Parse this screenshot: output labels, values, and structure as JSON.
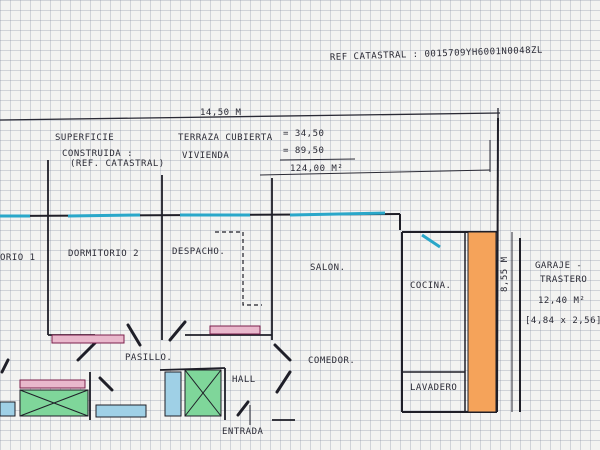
{
  "header": {
    "ref_catastral": "REF CATASTRAL : 0015709YH6001N0048ZL"
  },
  "dimensions": {
    "width": "14,50 M",
    "height": "8,55 M"
  },
  "surface": {
    "title_line1": "SUPERFICIE",
    "title_line2": "CONSTRUIDA :",
    "title_note": "(REF. CATASTRAL)",
    "terraza_label": "TERRAZA CUBIERTA",
    "terraza_value": "= 34,50",
    "vivienda_label": "VIVIENDA",
    "vivienda_value": "= 89,50",
    "total_value": "124,00 M²"
  },
  "rooms": {
    "dormitorio1": "ORIO 1",
    "dormitorio2": "DORMITORIO 2",
    "despacho": "DESPACHO.",
    "salon": "SALON.",
    "cocina": "COCINA.",
    "comedor": "COMEDOR.",
    "lavadero": "LAVADERO",
    "pasillo": "PASILLO.",
    "hall": "HALL",
    "entrada": "ENTRADA",
    "garaje_line1": "GARAJE -",
    "garaje_line2": "TRASTERO",
    "garaje_area": "12,40 M²",
    "garaje_dims": "[4,84 x 2,56]"
  },
  "colors": {
    "wall": "#1f1f28",
    "window": "#2aa7c9",
    "cabinet_pink": "#e9b8cc",
    "green_fill": "#7fd69a",
    "orange_fill": "#f5a35a",
    "blue_fill": "#9fd0e6"
  }
}
